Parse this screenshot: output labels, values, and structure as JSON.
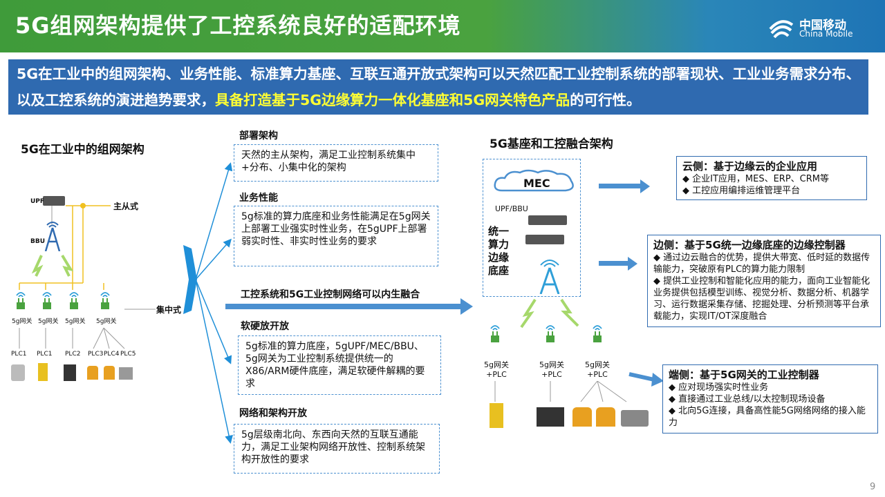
{
  "title": "5G组网架构提供了工控系统良好的适配环境",
  "logo": {
    "cn": "中国移动",
    "en": "China Mobile"
  },
  "summary": {
    "part1": "5G在工业中的组网架构、业务性能、标准算力基座、互联互通开放式架构可以天然匹配工业控制系统的部署现状、工业业务需求分布、以及工控系统的演进趋势要求，",
    "highlight": "具备打造基于5G边缘算力一体化基座和5G网关特色产品",
    "part2": "的可行性。"
  },
  "left": {
    "heading": "5G在工业中的组网架构",
    "upf": "UPF",
    "bbu": "BBU",
    "master_slave": "主从式",
    "centralized": "集中式",
    "gateway_label": "5g网关",
    "plcs": [
      "PLC1",
      "PLC1",
      "PLC2",
      "PLC3",
      "PLC4",
      "PLC5"
    ]
  },
  "middle": {
    "deploy": {
      "title": "部署架构",
      "text": "天然的主从架构，满足工业控制系统集中+分布、小集中化的架构"
    },
    "perf": {
      "title": "业务性能",
      "text": "5g标准的算力底座和业务性能满足在5g网关上部署工业强实时性业务，在5gUPF上部署弱实时性、非实时性业务的要求"
    },
    "merge": "工控系统和5G工业控制网络可以内生融合",
    "open": {
      "title": "软硬放开放",
      "text": "5g标准的算力底座，5gUPF/MEC/BBU、5g网关为工业控制系统提供统一的X86/ARM硬件底座，满足软硬件解耦的要求"
    },
    "net": {
      "title": "网络和架构开放",
      "text": "5g层级南北向、东西向天然的互联互通能力，满足工业架构网络开放性、控制系统架构开放性的要求"
    }
  },
  "right": {
    "heading": "5G基座和工控融合架构",
    "mec": "MEC",
    "upf_bbu": "UPF/BBU",
    "unified": [
      "统一",
      "算力",
      "边缘",
      "底座"
    ],
    "gw_plc": [
      "5g网关",
      "+PLC"
    ],
    "cloud": {
      "title": "云侧：基于边缘云的企业应用",
      "items": [
        "◆ 企业IT应用，MES、ERP、CRM等",
        "◆ 工控应用编排运维管理平台"
      ]
    },
    "edge": {
      "title": "边侧：基于5G统一边缘底座的边缘控制器",
      "items": [
        "◆ 通过边云融合的优势，提供大带宽、低时延的数据传输能力，突破原有PLC的算力能力限制",
        "◆ 提供工业控制和智能化应用的能力，面向工业智能化业务提供包括模型训练、视觉分析、数据分析、机器学习、运行数据采集存储、挖掘处理、分析预测等平台承载能力，实现IT/OT深度融合"
      ]
    },
    "end": {
      "title": "端侧：基于5G网关的工业控制器",
      "items": [
        "◆ 应对现场强实时性业务",
        "◆ 直接通过工业总线/以太控制现场设备",
        "◆ 北向5G连接，具备高性能5G网络网络的接入能力"
      ]
    }
  },
  "page_number": "9",
  "colors": {
    "green": "#4aa23f",
    "blue": "#2f6ab0",
    "arrow": "#4b90d0",
    "highlight": "#ffff33"
  }
}
